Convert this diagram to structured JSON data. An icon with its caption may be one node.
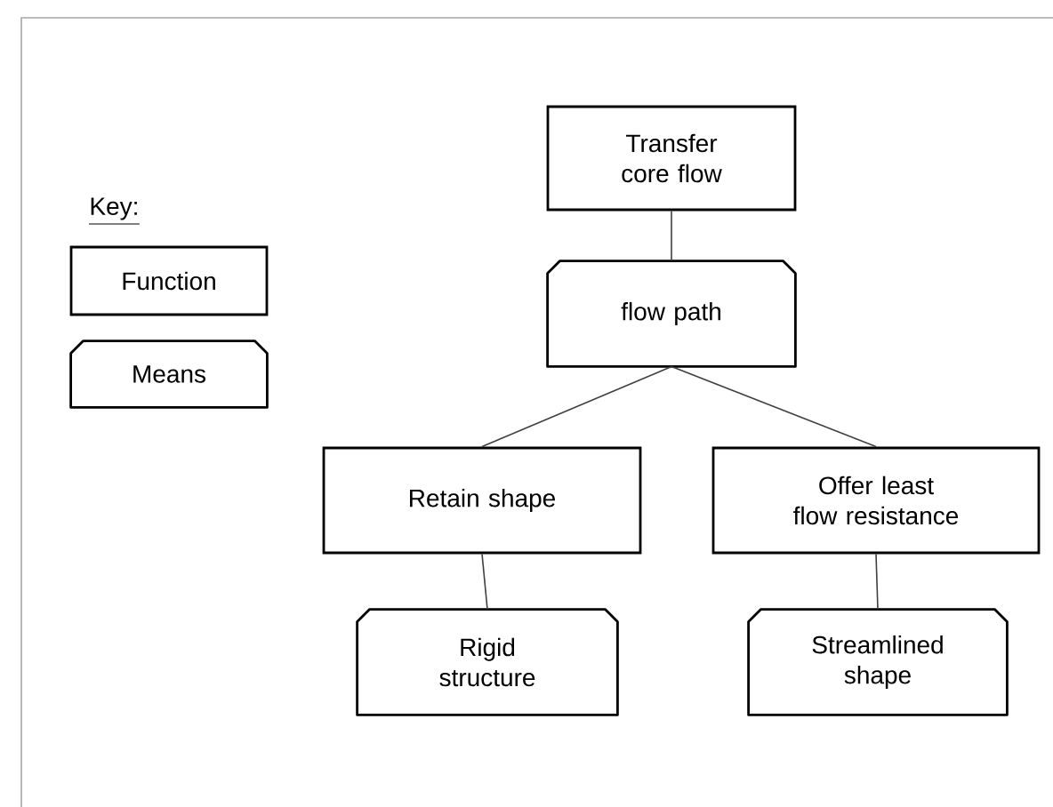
{
  "diagram": {
    "nodes": [
      {
        "text": [
          "Transfer core flow"
        ]
      },
      {
        "text": [
          "flow path"
        ]
      },
      {
        "text": [
          "Retain shape"
        ]
      },
      {
        "text": [
          "Offer least flow resistance"
        ]
      },
      {
        "text": [
          "Rigid structure"
        ]
      },
      {
        "text": [
          "Streamlined shape"
        ]
      }
    ],
    "edges": [
      {
        "from": 0,
        "to": 1,
        "arrow": "none"
      },
      {
        "from": 1,
        "to": 2,
        "arrow": "none"
      },
      {
        "from": 1,
        "to": 3,
        "arrow": "none"
      },
      {
        "from": 2,
        "to": 4,
        "arrow": "none"
      },
      {
        "from": 3,
        "to": 5,
        "arrow": "none"
      }
    ],
    "labels": [
      "Key:"
    ],
    "legend": [
      {
        "text": "Function"
      },
      {
        "text": "Means"
      }
    ]
  }
}
